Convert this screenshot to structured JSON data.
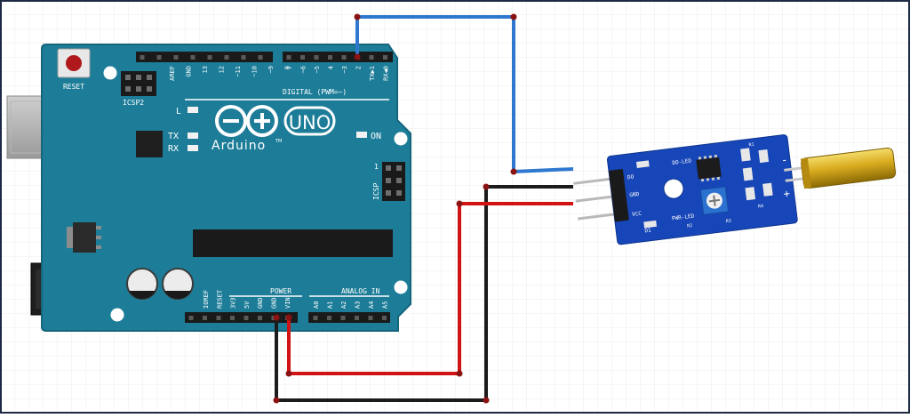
{
  "colors": {
    "board": "#1d7d98",
    "board_edge": "#15657c",
    "silk": "#ffffff",
    "wire_signal": "#2f78d0",
    "wire_power": "#d01414",
    "wire_ground": "#1b1b1b",
    "pcb": "#1746b8",
    "tilt_cylinder": "#d4a514"
  },
  "arduino": {
    "brand": "Arduino",
    "trademark": "TM",
    "model": "UNO",
    "reset_label": "RESET",
    "icsp2_label": "ICSP2",
    "icsp_label": "ICSP",
    "led_l": "L",
    "led_tx": "TX",
    "led_rx": "RX",
    "led_on": "ON",
    "digital_label": "DIGITAL (PWM=~)",
    "power_label": "POWER",
    "analog_label": "ANALOG IN",
    "icsp_pin1": "1",
    "top_pins_left": [
      "AREF",
      "GND",
      "13",
      "12",
      "~11",
      "~10",
      "~9",
      "8"
    ],
    "top_pins_right": [
      "7",
      "~6",
      "~5",
      "4",
      "~3",
      "2",
      "TX▶1",
      "RX◀0"
    ],
    "bottom_power_pins": [
      "IOREF",
      "RESET",
      "3V3",
      "5V",
      "GND",
      "GND",
      "VIN"
    ],
    "bottom_analog_pins": [
      "A0",
      "A1",
      "A2",
      "A3",
      "A4",
      "A5"
    ]
  },
  "sensor": {
    "pins": [
      "DO",
      "GND",
      "VCC"
    ],
    "leds": [
      "DO-LED",
      "PWR-LED"
    ],
    "d1": "D1",
    "r_labels": [
      "R1",
      "R2",
      "R3",
      "R4"
    ],
    "minus": "-",
    "plus": "+"
  }
}
